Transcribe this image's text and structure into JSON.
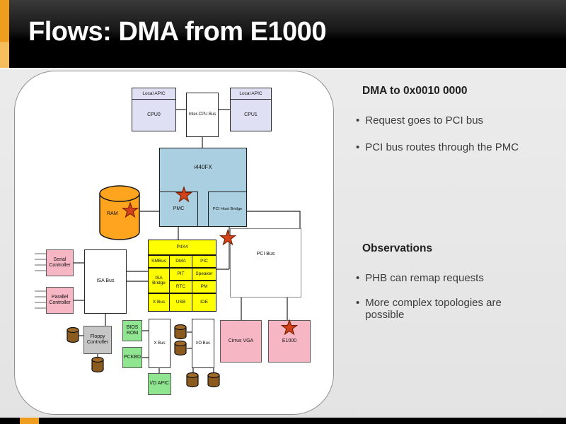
{
  "slide": {
    "title": "Flows: DMA from E1000"
  },
  "notes": {
    "bullet_char": "•",
    "heading1": "DMA to 0x0010 0000",
    "bullet1": "Request goes to PCI bus",
    "bullet2": "PCI bus routes through the PMC",
    "heading2": "Observations",
    "bullet3": "PHB can remap requests",
    "bullet4": "More complex topologies are possible"
  },
  "diagram": {
    "cpu0_header": "Local APIC",
    "cpu0": "CPU0",
    "cpu1_header": "Local APIC",
    "cpu1": "CPU1",
    "intercpu_bus": "Inter-CPU Bus",
    "i440fx": "i440FX",
    "pmc": "PMC",
    "pci_host_bridge": "PCI Host Bridge",
    "ram": "RAM",
    "pci_bus": "PCI Bus",
    "piix4": "PIIX4",
    "smbus": "SMBus",
    "dma": "DMA",
    "pic": "PIC",
    "isa_bridge": "ISA Bridge",
    "pit": "PIT",
    "speaker": "Speaker",
    "rtc": "RTC",
    "pm": "PM",
    "xbus_cell": "X Bus",
    "usb": "USB",
    "ide": "IDE",
    "isa_bus": "ISA Bus",
    "serial": "Serial Controller",
    "parallel": "Parallel Controller",
    "floppy": "Floppy Controller",
    "bios_rom": "BIOS ROM",
    "pckbd": "PCKBD",
    "x_bus": "X Bus",
    "io_apic": "I/O APIC",
    "io_bus": "I/O Bus",
    "cirrus_vga": "Cirrus VGA",
    "e1000": "E1000"
  },
  "colors": {
    "accent_orange": "#EF9D1F",
    "header_black": "#000000",
    "star_red": "#D2431B",
    "ram_orange": "#FFA41E",
    "chip_blue": "#A9CFE0",
    "piix_yellow": "#FFFF00",
    "device_pink": "#F7B6C4",
    "rom_green": "#90E690",
    "apic_lavender": "#E0E0F4",
    "storage_brown": "#8A5A1F"
  }
}
